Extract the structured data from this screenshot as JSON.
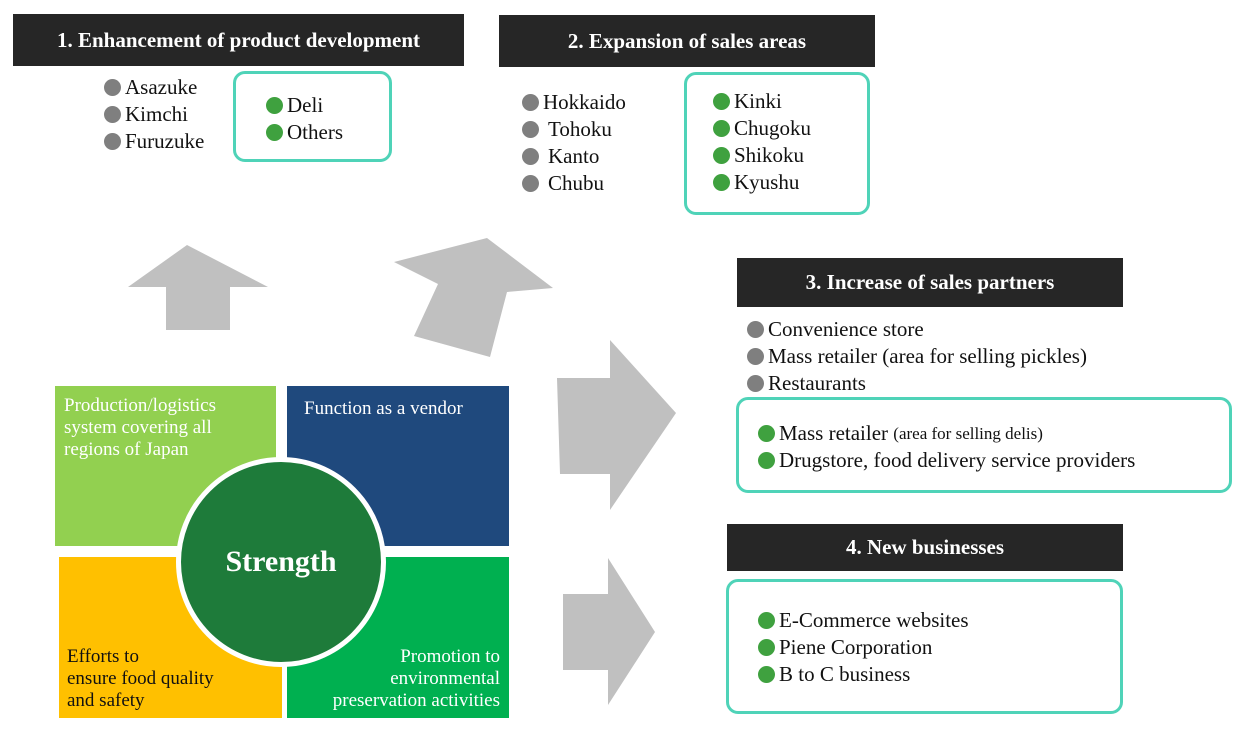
{
  "colors": {
    "header_bg": "#262626",
    "bullet_gray": "#7f7f7f",
    "bullet_green": "#3fa13f",
    "highlight_border": "#4fd3b8",
    "arrow": "#c0c0c0",
    "quad_production": "#92d050",
    "quad_vendor": "#1f497d",
    "quad_quality": "#ffc000",
    "quad_environment": "#00b050",
    "strength_circle": "#1e7b3a"
  },
  "sections": {
    "product": {
      "title": "1. Enhancement of product development",
      "existing": [
        "Asazuke",
        "Kimchi",
        "Furuzuke"
      ],
      "new": [
        "Deli",
        "Others"
      ]
    },
    "areas": {
      "title": "2. Expansion of sales areas",
      "existing": [
        "Hokkaido",
        "Tohoku",
        "Kanto",
        "Chubu"
      ],
      "new": [
        "Kinki",
        "Chugoku",
        "Shikoku",
        "Kyushu"
      ]
    },
    "partners": {
      "title": "3. Increase of sales partners",
      "existing": [
        "Convenience store",
        "Mass retailer (area for selling pickles)",
        "Restaurants"
      ],
      "new_1_main": "Mass retailer",
      "new_1_detail": "(area for selling delis)",
      "new_2": "Drugstore, food delivery service providers"
    },
    "new_business": {
      "title": "4. New businesses",
      "new": [
        "E-Commerce websites",
        "Piene Corporation",
        "B to C business"
      ]
    }
  },
  "strength": {
    "center": "Strength",
    "production": [
      "Production/logistics",
      "system covering all",
      "regions of Japan"
    ],
    "vendor": [
      "Function as a vendor"
    ],
    "quality": [
      "Efforts to",
      "ensure food quality",
      "and safety"
    ],
    "environment": [
      "Promotion to",
      "environmental",
      "preservation activities"
    ]
  }
}
